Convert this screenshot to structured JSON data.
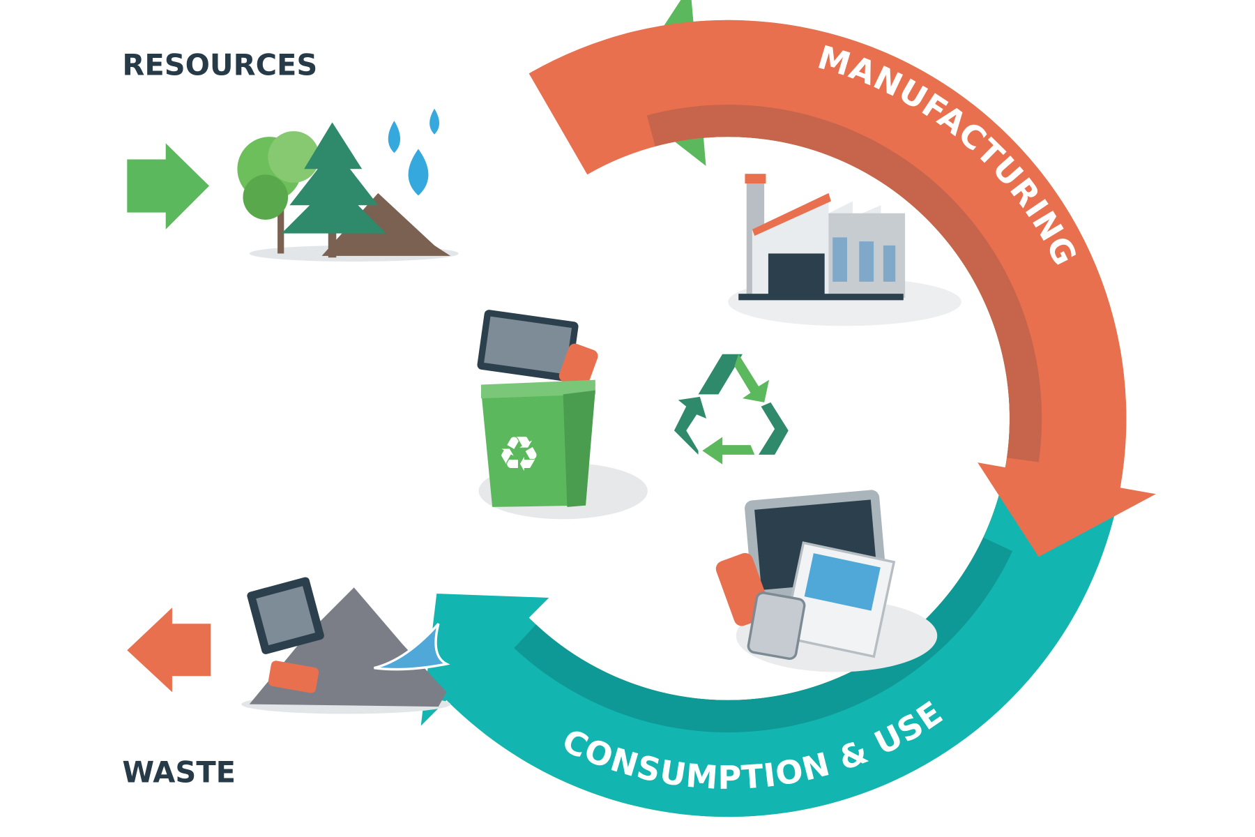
{
  "labels": {
    "resources": "RESOURCES",
    "waste": "WASTE",
    "manufacturing": "MANUFACTURING",
    "consumption": "CONSUMPTION & USE",
    "recycling": "RECYCLING"
  },
  "colors": {
    "orange": "#e8704e",
    "orange_dark": "#c6654b",
    "teal": "#12b5b0",
    "teal_dark": "#0e9896",
    "green": "#5cb85c",
    "green_dark": "#4a9c4e",
    "text": "#263a47"
  }
}
